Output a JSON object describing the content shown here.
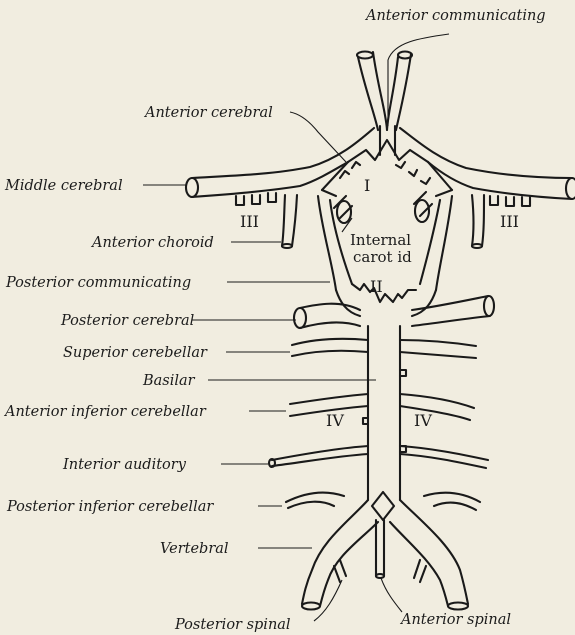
{
  "labels": {
    "anterior_communicating": "Anterior communicating",
    "anterior_cerebral": "Anterior cerebral",
    "middle_cerebral": "Middle cerebral",
    "anterior_choroid": "Anterior choroid",
    "internal_carotid_line1": "Internal",
    "internal_carotid_line2": "carot id",
    "posterior_communicating": "Posterior communicating",
    "posterior_cerebral": "Posterior cerebral",
    "superior_cerebellar": "Superior cerebellar",
    "basilar": "Basilar",
    "anterior_inferior_cerebellar": "Anterior inferior cerebellar",
    "interior_auditory": "Interior auditory",
    "posterior_inferior_cerebellar": "Posterior inferior cerebellar",
    "vertebral": "Vertebral",
    "posterior_spinal": "Posterior spinal",
    "anterior_spinal": "Anterior spinal"
  },
  "numerals": {
    "n1": "I",
    "n2": "II",
    "n3_left": "III",
    "n3_right": "III",
    "n4_left": "IV",
    "n4_right": "IV"
  }
}
